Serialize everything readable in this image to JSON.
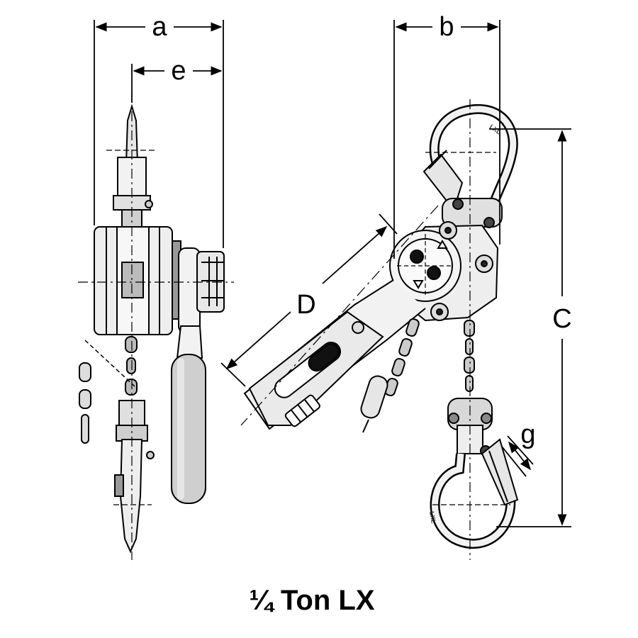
{
  "dimension_labels": {
    "a": "a",
    "e": "e",
    "b": "b",
    "C": "C",
    "D": "D",
    "g": "g"
  },
  "caption": "¼ Ton LX",
  "hook_stamp": "LXL",
  "colors": {
    "line": "#000000",
    "fill_light": "#f2f2f2",
    "fill_mid": "#d0d0d0",
    "fill_dark": "#222222"
  }
}
